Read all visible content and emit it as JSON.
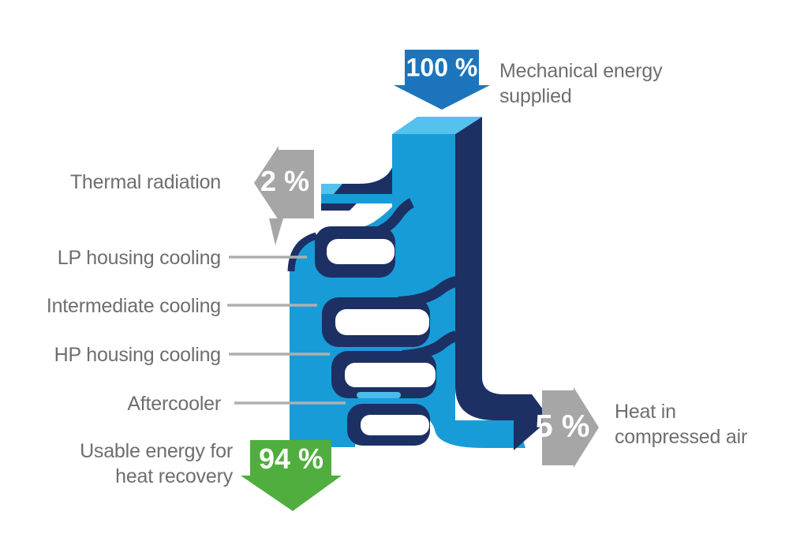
{
  "arrows": {
    "input": {
      "value": "100 %",
      "label_line1": "Mechanical energy",
      "label_line2": "supplied"
    },
    "thermal": {
      "value": "2 %",
      "label": "Thermal radiation"
    },
    "usable": {
      "value": "94 %",
      "label_line1": "Usable energy for",
      "label_line2": "heat recovery"
    },
    "compressed_air": {
      "value": "5 %",
      "label_line1": "Heat in",
      "label_line2": "compressed air"
    }
  },
  "stages": {
    "lp": "LP housing cooling",
    "intermediate": "Intermediate cooling",
    "hp": "HP housing cooling",
    "aftercooler": "Aftercooler"
  },
  "colors": {
    "flow_blue": "#189CD8",
    "flow_navy": "#1C3064",
    "flow_top_light": "#55C1EE",
    "input_arrow_blue": "#1C75BC",
    "loss_arrow_gray": "#A6A6A6",
    "recovery_arrow_green": "#4FAE3E",
    "label_gray": "#6D6E70",
    "leader_line_gray": "#AFAFAF"
  }
}
